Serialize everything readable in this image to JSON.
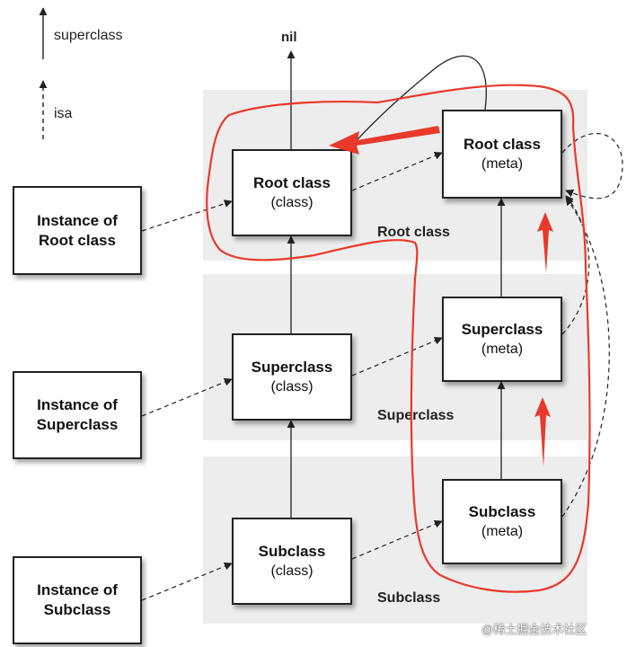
{
  "legend": {
    "superclass_label": "superclass",
    "isa_label": "isa"
  },
  "nil_label": "nil",
  "bands": {
    "root": "Root class",
    "super": "Superclass",
    "sub": "Subclass"
  },
  "instances": {
    "root": {
      "line1": "Instance of",
      "line2": "Root class"
    },
    "super": {
      "line1": "Instance of",
      "line2": "Superclass"
    },
    "sub": {
      "line1": "Instance of",
      "line2": "Subclass"
    }
  },
  "classes": {
    "root": {
      "name": "Root class",
      "kind": "(class)"
    },
    "super": {
      "name": "Superclass",
      "kind": "(class)"
    },
    "sub": {
      "name": "Subclass",
      "kind": "(class)"
    }
  },
  "metaclasses": {
    "root": {
      "name": "Root class",
      "kind": "(meta)"
    },
    "super": {
      "name": "Superclass",
      "kind": "(meta)"
    },
    "sub": {
      "name": "Subclass",
      "kind": "(meta)"
    }
  },
  "watermark": "@稀土掘金技术社区",
  "colors": {
    "band": "#ededed",
    "line": "#222222",
    "annotation": "#e8392b"
  }
}
